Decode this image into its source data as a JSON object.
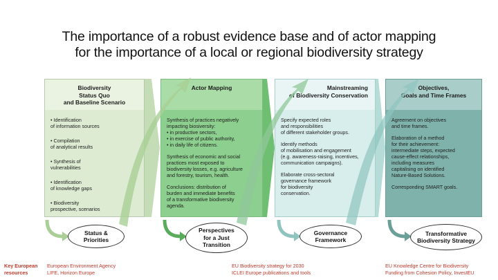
{
  "title": {
    "line1": "The importance of a robust evidence base and of actor mapping",
    "line2": "for the importance of a local or regional biodiversity strategy"
  },
  "panels": [
    {
      "heading": "Biodiversity\nStatus Quo\nand Baseline Scenario",
      "items": [
        "• Identification\nof information sources",
        "• Compilation\nof analytical results",
        "• Synthesis of\nvulnerabilities",
        "• Identification\nof knowledge gaps",
        "• Biodiversity\nprospective, scenarios"
      ]
    },
    {
      "heading": "Actor Mapping",
      "items": [
        "Synthesis of practices negatively\nimpacting biosiversity:\n• in productive sectors,\n• in exercise of public authority,\n• in daily life of citizens.",
        "Synthesis of economic and social\npractices most exposed to\nbiodiversity losses, e.g. agriculture\nand forestry, tourism, health.",
        "Conclusions: distribution of\nburden and immediate benefits\nof a transformative biodiversity\nagenda."
      ]
    },
    {
      "heading": "Mainstreaming\nof Biodiversity Conservation",
      "items": [
        "Specify expected roles\nand responsibilities\nof different stakeholder groups.",
        "Identify methods\nof mobilisation and engagement\n(e.g. awareness-raising, incentives,\ncommunication campaigns).",
        "Elaborate cross-sectoral\ngovernance framework\nfor biodiversity\nconservation."
      ]
    },
    {
      "heading": "Objectives,\nGoals and Time Frames",
      "items": [
        "Agreement on objectives\nand time frames.",
        "Elaboration  of a method\nfor their achievement:\nintermediate steps, expected\ncause-effect relationships,\nincluding measures\ncapitalising on identified\nNature-Based Solutions.",
        "Corresponding SMART goals."
      ]
    }
  ],
  "outcomes": [
    "Status &\nPriorities",
    "Perspectives\nfor a Just\nTransition",
    "Governance\nFramework",
    "Transformative\nBiodiversity Strategy"
  ],
  "resources": {
    "label": "Key European\nresources",
    "columns": [
      "European Environment Agency\nLIFE, Horizon Europe",
      "EU Biodiversity strategy for 2030\nICLEI Europe publications and tools",
      "EU Knowledge Centre for Biodiversity\nFunding from Cohesion Policy, InvestEU"
    ]
  },
  "colors": {
    "panel1": "#dcebd2",
    "panel2": "#8dcf8e",
    "panel3": "#d8eeec",
    "panel4": "#7fb2ab",
    "arrow_light_green": "#a9cf96",
    "arrow_green": "#5aab5c",
    "arrow_teal": "#8fc4bf",
    "resource_text": "#c0392b"
  }
}
